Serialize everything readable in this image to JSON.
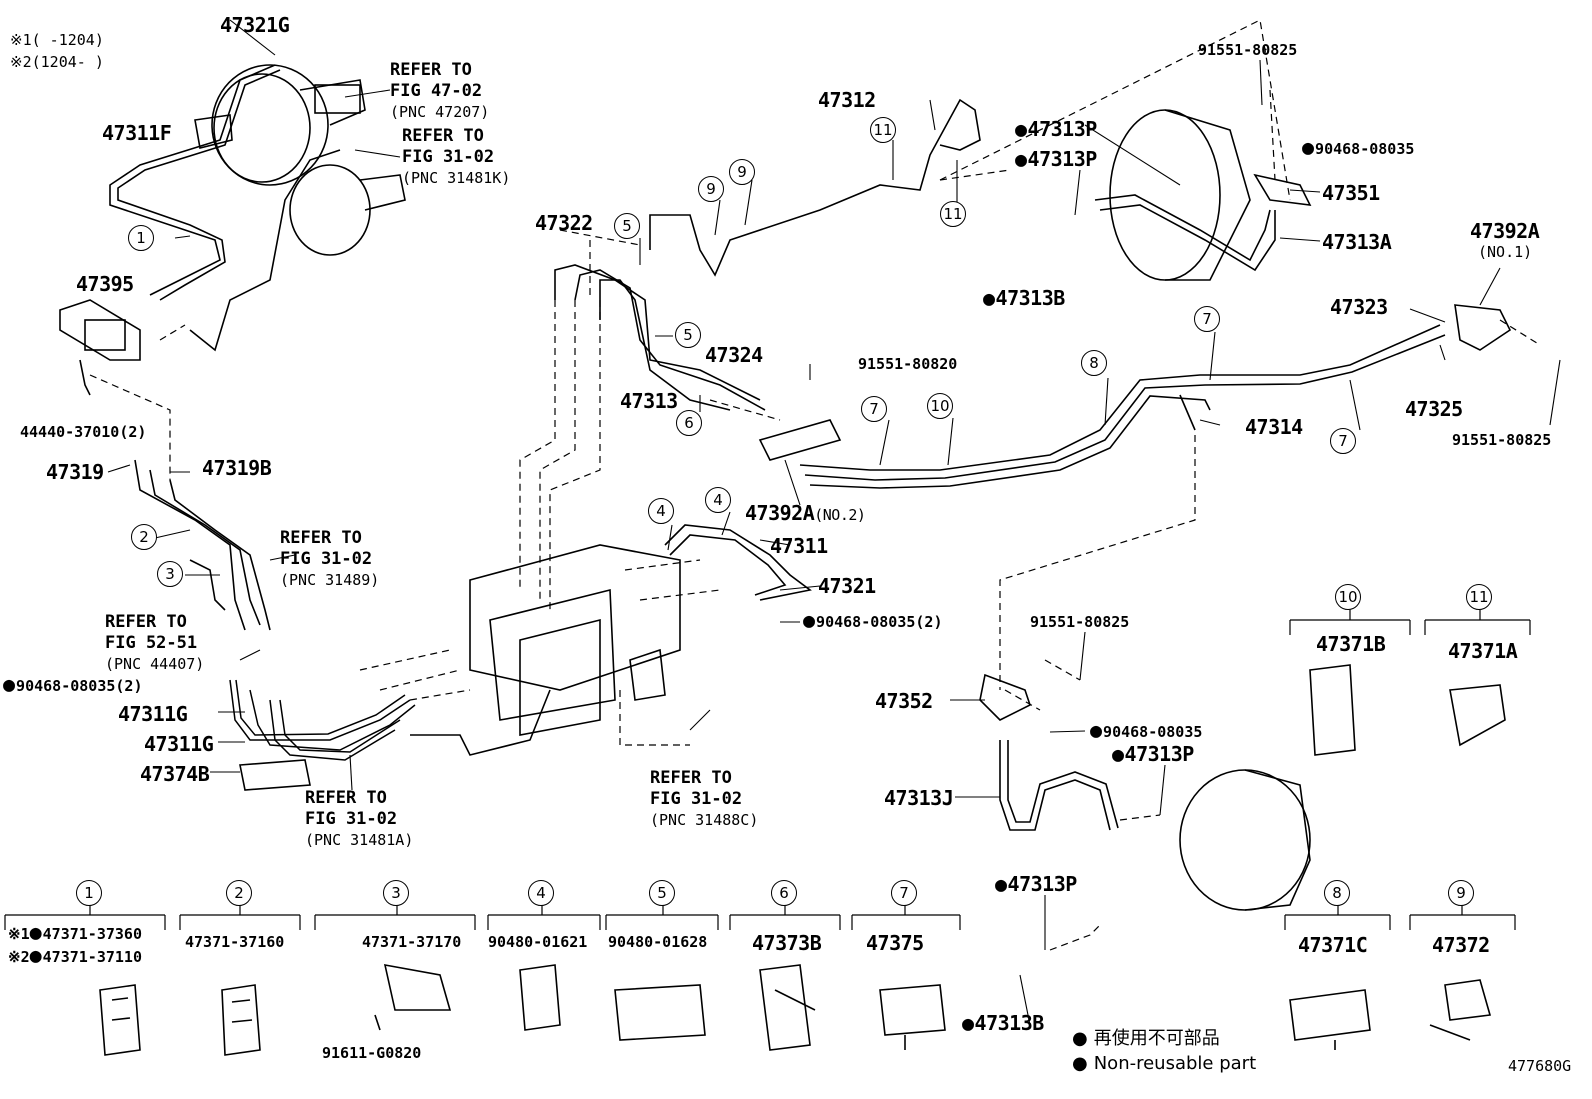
{
  "notes": {
    "note1_mark": "※1",
    "note1_range": "(     -1204)",
    "note2_mark": "※2",
    "note2_range": "(1204-     )"
  },
  "parts": {
    "p47321G": "47321G",
    "p47311F": "47311F",
    "p47395": "47395",
    "p44440": "44440-37010(2)",
    "p47319": "47319",
    "p47319B": "47319B",
    "p90468_left": "90468-08035(2)",
    "p47311G_a": "47311G",
    "p47311G_b": "47311G",
    "p47374B": "47374B",
    "p47322": "47322",
    "p47312": "47312",
    "p47313": "47313",
    "p47324": "47324",
    "p91551_80820": "91551-80820",
    "p47392A_no2": "47392A",
    "no2": "(NO.2)",
    "p47311": "47311",
    "p47321": "47321",
    "p90468_mid": "90468-08035(2)",
    "p47313P_a": "47313P",
    "p47313P_b": "47313P",
    "p47313B_a": "47313B",
    "p91551_80825_top": "91551-80825",
    "p90468_top": "90468-08035",
    "p47351": "47351",
    "p47313A": "47313A",
    "p47392A_no1": "47392A",
    "no1": "(NO.1)",
    "p47323": "47323",
    "p47325": "47325",
    "p91551_80825_right": "91551-80825",
    "p47314": "47314",
    "p91551_80825_mid": "91551-80825",
    "p47352": "47352",
    "p90468_low": "90468-08035",
    "p47313P_c": "47313P",
    "p47313J": "47313J",
    "p47313P_d": "47313P",
    "p47313B_b": "47313B",
    "p47371B": "47371B",
    "p47371A": "47371A"
  },
  "refers": [
    {
      "line1": "REFER TO",
      "line2": "FIG 47-02",
      "pnc": "(PNC 47207)"
    },
    {
      "line1": "REFER TO",
      "line2": "FIG 31-02",
      "pnc": "(PNC 31481K)"
    },
    {
      "line1": "REFER TO",
      "line2": "FIG 31-02",
      "pnc": "(PNC 31489)"
    },
    {
      "line1": "REFER TO",
      "line2": "FIG 52-51",
      "pnc": "(PNC 44407)"
    },
    {
      "line1": "REFER TO",
      "line2": "FIG 31-02",
      "pnc": "(PNC 31481A)"
    },
    {
      "line1": "REFER TO",
      "line2": "FIG 31-02",
      "pnc": "(PNC 31488C)"
    }
  ],
  "callouts": [
    "1",
    "2",
    "3",
    "4",
    "5",
    "6",
    "7",
    "8",
    "9",
    "10",
    "11"
  ],
  "bottom_items": [
    {
      "num": "1",
      "p1": "47371-37360",
      "p2": "47371-37110",
      "m1": "※1",
      "m2": "※2"
    },
    {
      "num": "2",
      "p1": "47371-37160"
    },
    {
      "num": "3",
      "p1": "47371-37170",
      "p2": "91611-G0820"
    },
    {
      "num": "4",
      "p1": "90480-01621"
    },
    {
      "num": "5",
      "p1": "90480-01628"
    },
    {
      "num": "6",
      "p1": "47373B"
    },
    {
      "num": "7",
      "p1": "47375"
    },
    {
      "num": "8",
      "p1": "47371C"
    },
    {
      "num": "9",
      "p1": "47372"
    }
  ],
  "legend": {
    "jp": "再使用不可部品",
    "en": "Non-reusable part"
  },
  "figure_id": "477680G"
}
